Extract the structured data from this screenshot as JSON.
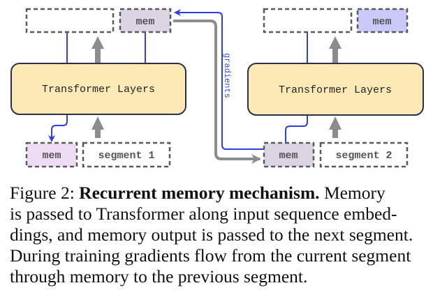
{
  "diagram": {
    "left_unit": {
      "transformer_label": "Transformer Layers",
      "output_mem_label": "mem",
      "input_mem_label": "mem",
      "segment_label": "segment 1"
    },
    "right_unit": {
      "transformer_label": "Transformer Layers",
      "output_mem_label": "mem",
      "input_mem_label": "mem",
      "segment_label": "segment 2"
    },
    "gradients_label": "gradients",
    "colors": {
      "transformer_fill": "#fde9b5",
      "transformer_stroke": "#2c2f4a",
      "mem_fill_lilac": "#dcd3e3",
      "mem_fill_pink": "#eedcf5",
      "mem_fill_blue": "#c9c9fa",
      "dashed_stroke": "#5a5a5a",
      "arrow_gray": "#8c8c8c",
      "gradient_blue": "#2d3ee6"
    }
  },
  "caption": {
    "prefix": "Figure 2: ",
    "title": "Recurrent memory mechanism.",
    "line1_tail": " Memory",
    "line2": "is passed to Transformer along input sequence embed-",
    "line3": "dings, and memory output is passed to the next segment.",
    "line4": "During training gradients flow from the current segment",
    "line5": "through memory to the previous segment."
  }
}
